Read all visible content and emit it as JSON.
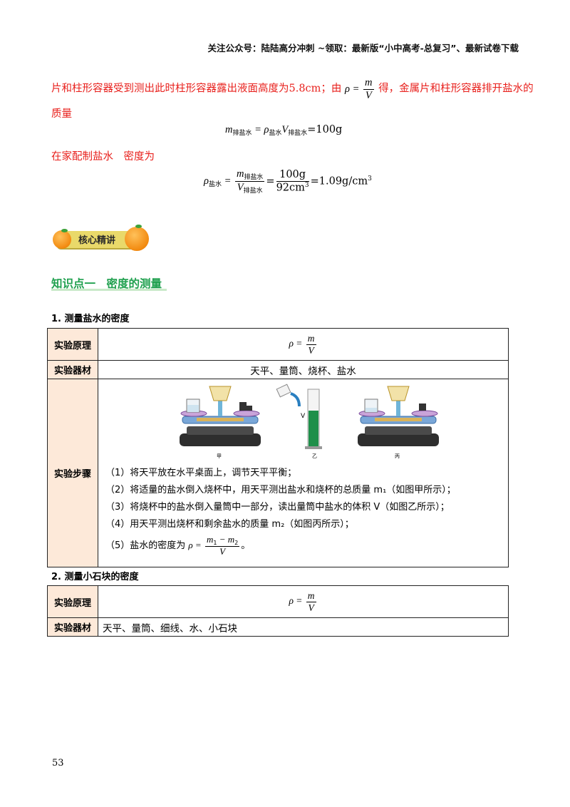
{
  "header": {
    "text": "关注公众号：陆陆高分冲刺 ~领取：最新版“小中高考-总复习”、最新试卷下载"
  },
  "intro": {
    "line1_text": "片和柱形容器受到测出此时柱形容器露出液面高度为5.8cm；由",
    "line1_after": "得，金属片和柱形容器排开盐水的",
    "line2_text": "质量",
    "eq1_result": "=100g",
    "line3_text": "在家配制盐水　密度为",
    "eq2_num": "100g",
    "eq2_den": "92cm",
    "eq2_result": "=1.09g/cm"
  },
  "badge": {
    "label": "核心精讲"
  },
  "section": {
    "title": "知识点一　密度的测量"
  },
  "sub1": {
    "title": "1. 测量盐水的密度",
    "rows": [
      {
        "label": "实验原理"
      },
      {
        "label": "实验器材",
        "value": "天平、量筒、烧杯、盐水"
      },
      {
        "label": "实验步骤"
      }
    ],
    "figure_labels": [
      "甲",
      "乙",
      "丙"
    ],
    "cylinder_label": "V",
    "steps": [
      "（1）将天平放在水平桌面上，调节天平平衡；",
      "（2）将适量的盐水倒入烧杯中，用天平测出盐水和烧杯的总质量 m₁（如图甲所示）；",
      "（3）将烧杯中的盐水倒入量筒中一部分，读出量筒中盐水的体积 V（如图乙所示）；",
      "（4）用天平测出烧杯和剩余盐水的质量 m₂（如图丙所示）；",
      "（5）盐水的密度为",
      "。"
    ]
  },
  "sub2": {
    "title": "2. 测量小石块的密度",
    "rows": [
      {
        "label": "实验原理"
      },
      {
        "label": "实验器材",
        "value": "天平、量筒、细线、水、小石块"
      }
    ]
  },
  "page_number": "53",
  "colors": {
    "red_text": "#e8201c",
    "heading_green": "#1fa04e",
    "label_bg": "#fde9d9",
    "badge_bg": "#e9d96a"
  }
}
